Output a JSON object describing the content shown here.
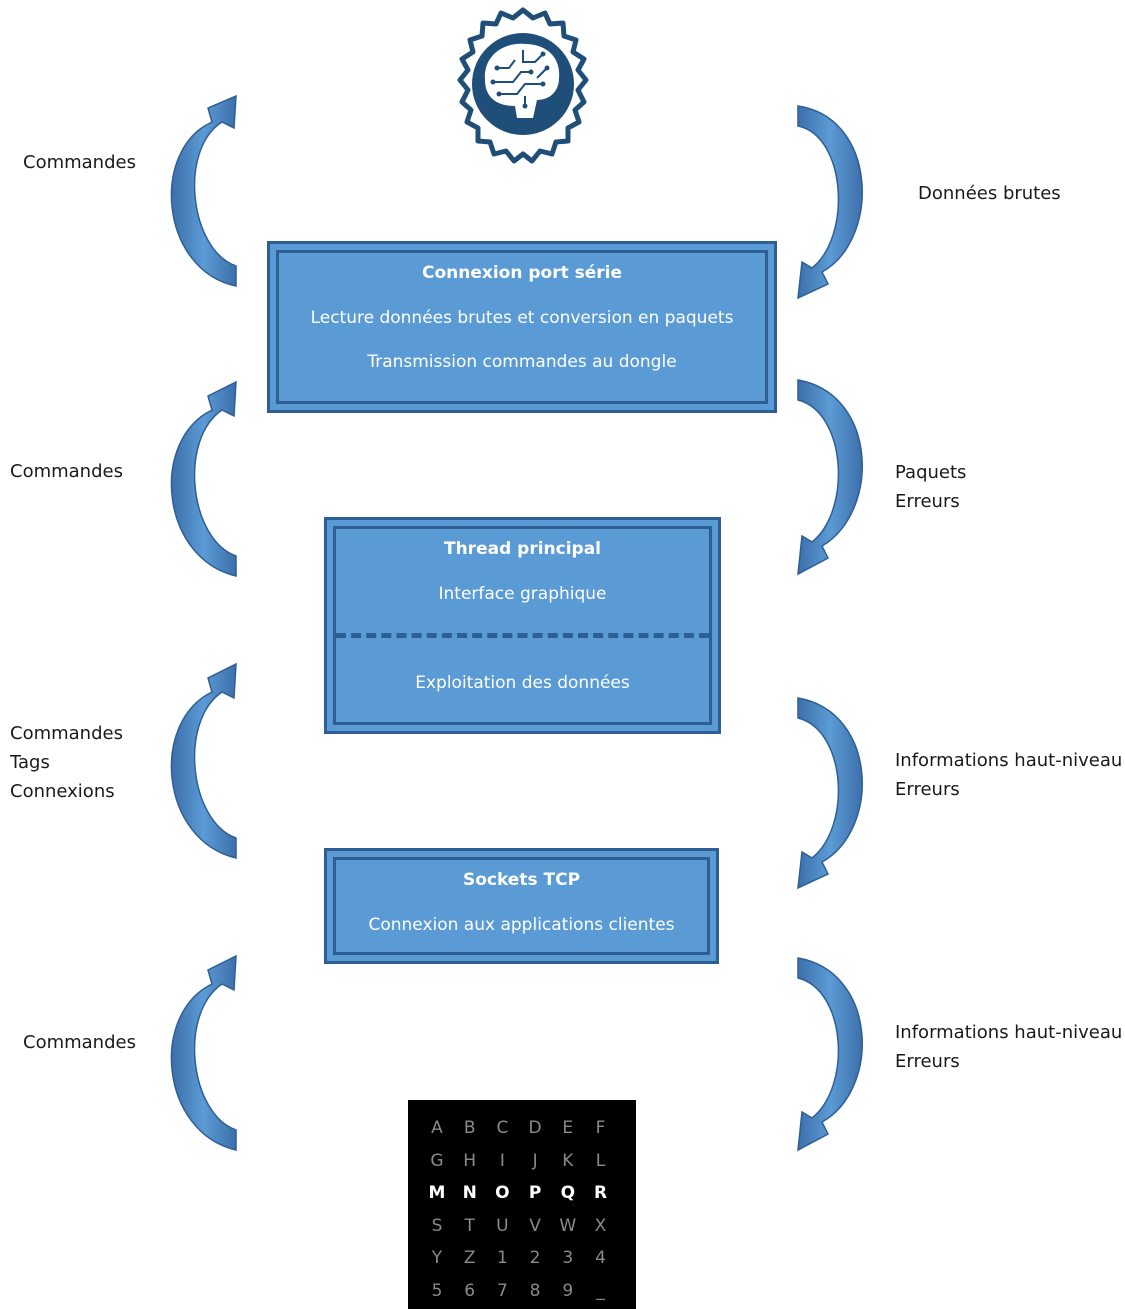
{
  "boxes": {
    "serial": {
      "title": "Connexion port série",
      "line1": "Lecture données brutes et conversion en paquets",
      "line2": "Transmission commandes au dongle"
    },
    "main": {
      "title": "Thread principal",
      "line1": "Interface graphique",
      "line2": "Exploitation des données"
    },
    "tcp": {
      "title": "Sockets TCP",
      "line1": "Connexion aux applications clientes"
    }
  },
  "labels": {
    "left1": [
      "Commandes"
    ],
    "right1": [
      "Données brutes"
    ],
    "left2": [
      "Commandes"
    ],
    "right2": [
      "Paquets",
      "Erreurs"
    ],
    "left3": [
      "Commandes",
      "Tags",
      "Connexions"
    ],
    "right3": [
      "Informations haut-niveau",
      "Erreurs"
    ],
    "left4": [
      "Commandes"
    ],
    "right4": [
      "Informations haut-niveau",
      "Erreurs"
    ]
  },
  "keyboard": {
    "rows": [
      [
        "A",
        "B",
        "C",
        "D",
        "E",
        "F"
      ],
      [
        "G",
        "H",
        "I",
        "J",
        "K",
        "L"
      ],
      [
        "M",
        "N",
        "O",
        "P",
        "Q",
        "R"
      ],
      [
        "S",
        "T",
        "U",
        "V",
        "W",
        "X"
      ],
      [
        "Y",
        "Z",
        "1",
        "2",
        "3",
        "4"
      ],
      [
        "5",
        "6",
        "7",
        "8",
        "9",
        "_"
      ]
    ],
    "highlighted_row": 2
  },
  "colors": {
    "box_fill": "#5b9bd5",
    "box_border": "#2e5f94",
    "arrow_fill": "#4f86c6",
    "logo_dark": "#1f4e79"
  },
  "icons": {
    "logo": "brain-circuit-gear-icon"
  }
}
